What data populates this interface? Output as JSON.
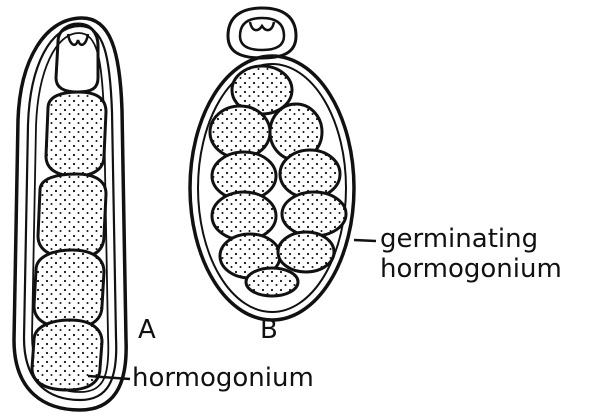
{
  "figure": {
    "panels": [
      {
        "id": "A",
        "label": "A",
        "callout": "hormogonium"
      },
      {
        "id": "B",
        "label": "B",
        "callout_lines": [
          "germinating",
          "hormogonium"
        ]
      }
    ]
  },
  "colors": {
    "ink": "#111111",
    "background": "#ffffff"
  }
}
